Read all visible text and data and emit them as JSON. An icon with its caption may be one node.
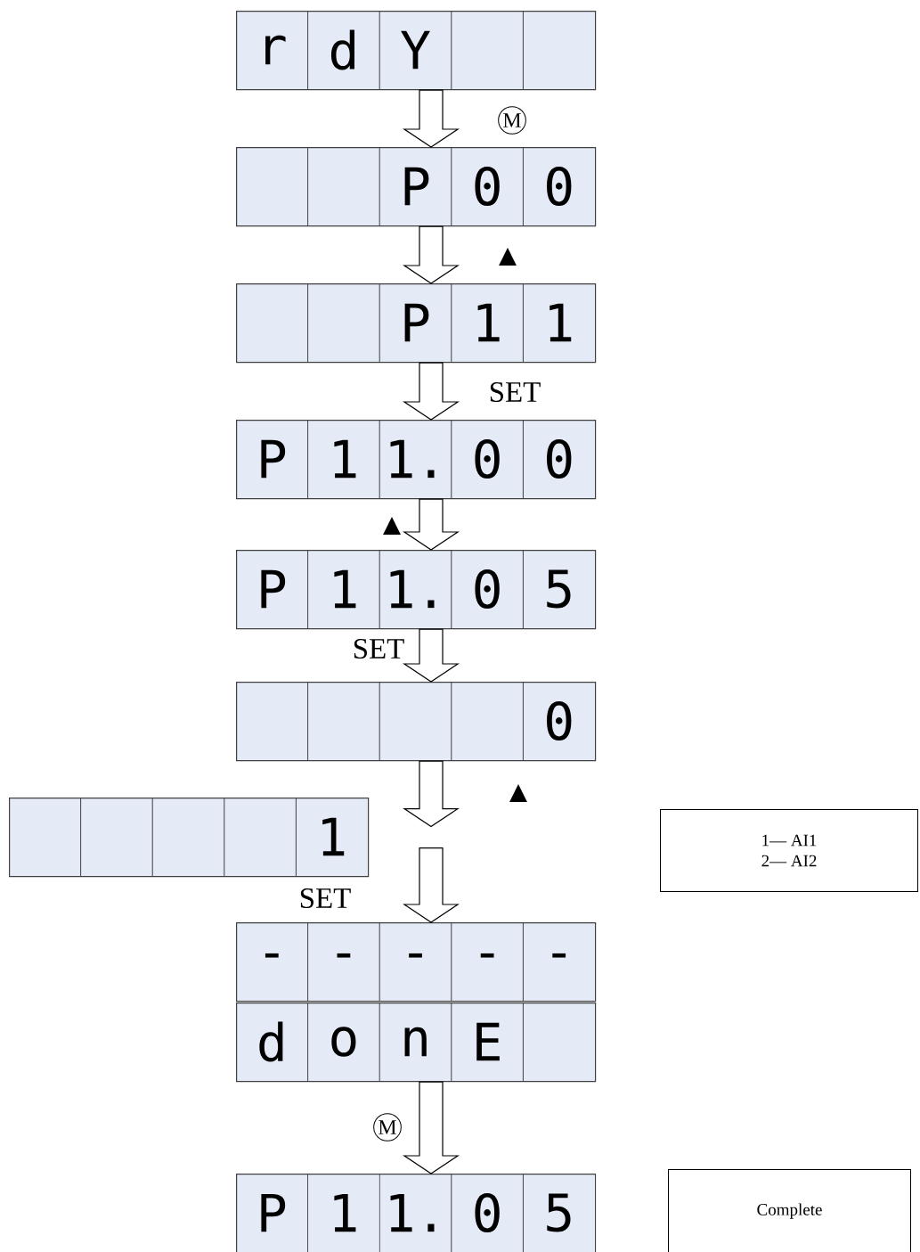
{
  "diagram": {
    "nodes": [
      {
        "text": [
          "r",
          "d",
          "Y"
        ]
      },
      {
        "text": [
          "P",
          "0",
          "0"
        ]
      },
      {
        "text": [
          "P",
          "1",
          "1"
        ]
      },
      {
        "text": [
          "P",
          "1",
          "1.",
          "0",
          "0"
        ]
      },
      {
        "text": [
          "P",
          "1",
          "1.",
          "0",
          "5"
        ]
      },
      {
        "text": [
          "0"
        ]
      },
      {
        "text": [
          "1"
        ]
      },
      {
        "text": [
          "-",
          "-",
          "-",
          "-",
          "-"
        ]
      },
      {
        "text": [
          "d",
          "o",
          "n",
          "E"
        ]
      },
      {
        "text": [
          "P",
          "1",
          "1.",
          "0",
          "5"
        ]
      },
      {
        "text": [
          "1— AI1",
          "2— AI2"
        ]
      },
      {
        "text": [
          "Complete"
        ]
      }
    ],
    "edges": [
      {
        "from": 0,
        "to": 1,
        "arrow": "to",
        "label": "M"
      },
      {
        "from": 1,
        "to": 2,
        "arrow": "to",
        "label": "▲"
      },
      {
        "from": 2,
        "to": 3,
        "arrow": "to",
        "label": "SET"
      },
      {
        "from": 3,
        "to": 4,
        "arrow": "to",
        "label": "▲"
      },
      {
        "from": 4,
        "to": 5,
        "arrow": "to",
        "label": "SET"
      },
      {
        "from": 5,
        "to": 6,
        "arrow": "to",
        "label": "▲"
      },
      {
        "from": 6,
        "to": 7,
        "arrow": "to",
        "label": "SET"
      },
      {
        "from": 8,
        "to": 9,
        "arrow": "to",
        "label": "M"
      }
    ]
  }
}
